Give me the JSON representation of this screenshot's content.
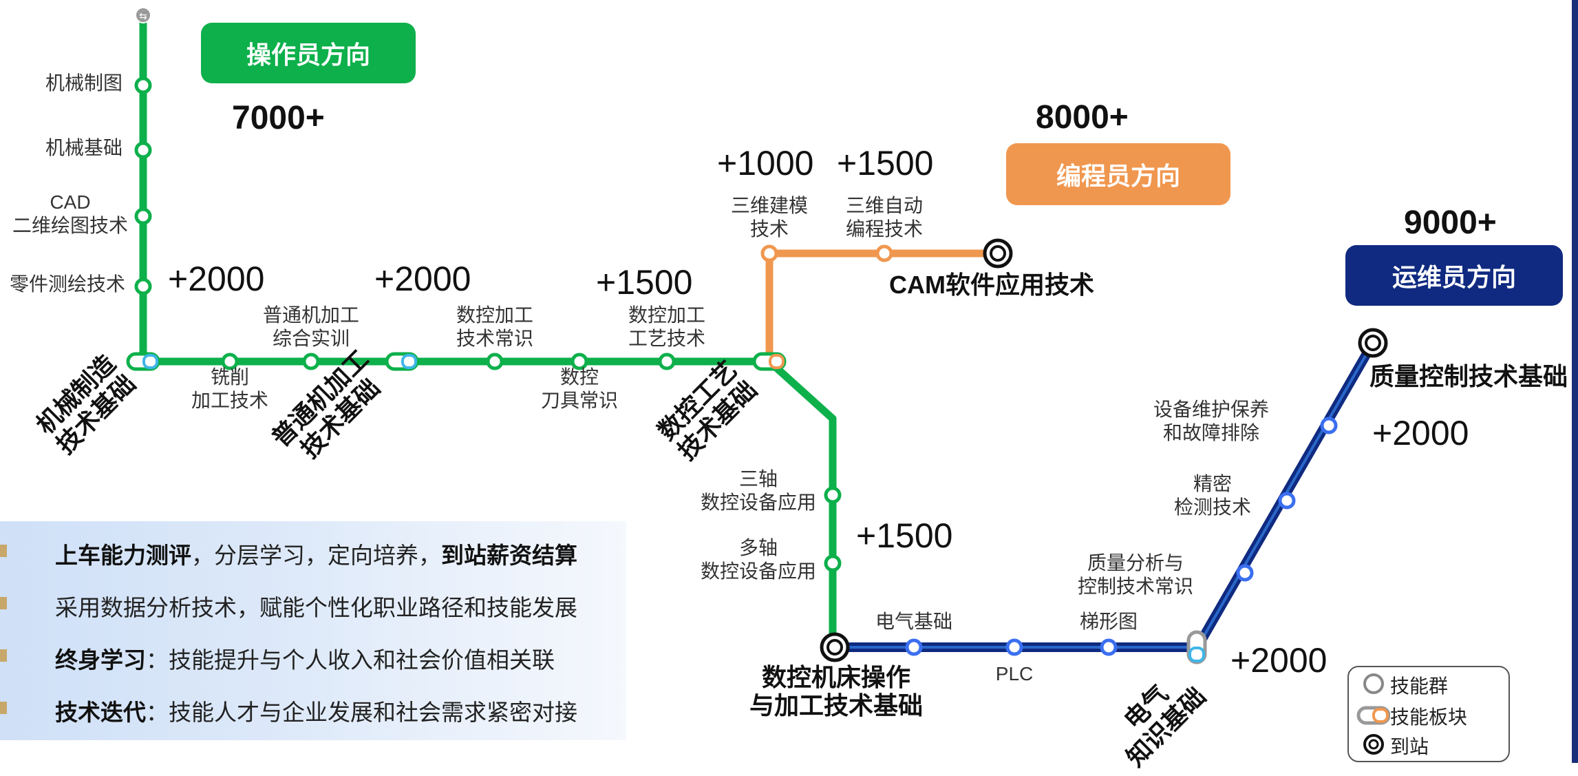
{
  "directions": {
    "operator": {
      "label": "操作员方向",
      "salary": "7000+",
      "color": "#0db04b"
    },
    "programmer": {
      "label": "编程员方向",
      "salary": "8000+",
      "color": "#f0974f"
    },
    "maintainer": {
      "label": "运维员方向",
      "salary": "9000+",
      "color": "#0f2a80"
    }
  },
  "line_colors": {
    "green": "#0db04b",
    "orange": "#f0974f",
    "navy": "#0f2a80",
    "blue": "#3b6ff0"
  },
  "hubs": {
    "machinery": {
      "line1": "机械制造",
      "line2": "技术基础"
    },
    "conventional": {
      "line1": "普通机加工",
      "line2": "技术基础"
    },
    "cnc_process": {
      "line1": "数控工艺",
      "line2": "技术基础"
    },
    "cnc_machine": {
      "line1": "数控机床操作",
      "line2": "与加工技术基础"
    },
    "electrical": {
      "line1": "电气",
      "line2": "知识基础"
    }
  },
  "terminals": {
    "cam": "CAM软件应用技术",
    "quality": "质量控制技术基础"
  },
  "stations": {
    "drawing": "机械制图",
    "mech_basic": "机械基础",
    "cad_1": "CAD",
    "cad_2": "二维绘图技术",
    "survey": "零件测绘技术",
    "milling_1": "铣削",
    "milling_2": "加工技术",
    "general_1": "普通机加工",
    "general_2": "综合实训",
    "cnc_common_1": "数控加工",
    "cnc_common_2": "技术常识",
    "tool_1": "数控",
    "tool_2": "刀具常识",
    "cnc_tech_1": "数控加工",
    "cnc_tech_2": "工艺技术",
    "model3d_1": "三维建模",
    "model3d_2": "技术",
    "autoprog_1": "三维自动",
    "autoprog_2": "编程技术",
    "triaxial_1": "三轴",
    "triaxial_2": "数控设备应用",
    "multiaxis_1": "多轴",
    "multiaxis_2": "数控设备应用",
    "elec_basic": "电气基础",
    "plc": "PLC",
    "ladder": "梯形图",
    "qa_1": "质量分析与",
    "qa_2": "控制技术常识",
    "precise_1": "精密",
    "precise_2": "检测技术",
    "maint_1": "设备维护保养",
    "maint_2": "和故障排除"
  },
  "increments": {
    "seg1": "+2000",
    "seg2": "+2000",
    "seg3": "+1500",
    "model": "+1000",
    "auto": "+1500",
    "vertical": "+1500",
    "elec": "+2000",
    "quality": "+2000"
  },
  "info": {
    "l1_b1": "上车能力测评",
    "l1_mid": "，分层学习，定向培养，",
    "l1_b2": "到站薪资结算",
    "l2": "采用数据分析技术，赋能个性化职业路径和技能发展",
    "l3_b": "终身学习",
    "l3_rest": "：技能提升与个人收入和社会价值相关联",
    "l4_b": "技术迭代",
    "l4_rest": "：技能人才与企业发展和社会需求紧密对接"
  },
  "legend": {
    "skill_group": "技能群",
    "skill_block": "技能板块",
    "arrival": "到站"
  }
}
